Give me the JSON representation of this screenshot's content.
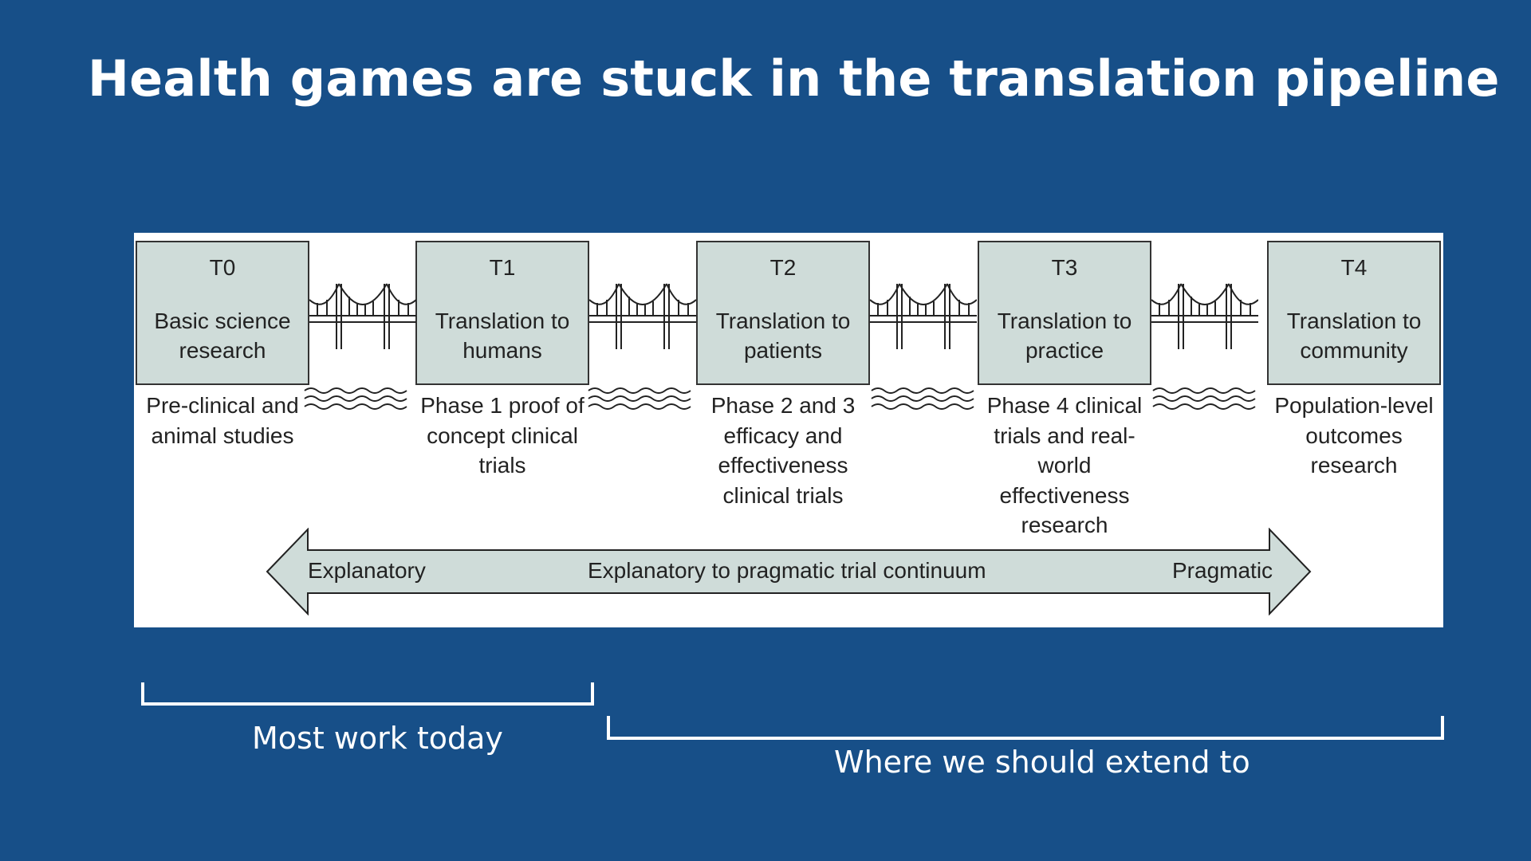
{
  "slide": {
    "title": "Health games are stuck in the translation pipeline"
  },
  "stages": [
    {
      "code": "T0",
      "name": "Basic science research",
      "description": "Pre-clinical and animal studies"
    },
    {
      "code": "T1",
      "name": "Translation to humans",
      "description": "Phase 1 proof of concept clinical trials"
    },
    {
      "code": "T2",
      "name": "Translation to patients",
      "description": "Phase 2 and 3 efficacy and effectiveness clinical trials"
    },
    {
      "code": "T3",
      "name": "Translation to practice",
      "description": "Phase 4 clinical trials and real-world effectiveness research"
    },
    {
      "code": "T4",
      "name": "Translation to community",
      "description": "Population-level outcomes research"
    }
  ],
  "continuum": {
    "left_label": "Explanatory",
    "center_label": "Explanatory to pragmatic trial continuum",
    "right_label": "Pragmatic"
  },
  "brackets": {
    "current": "Most work today",
    "future": "Where we should extend to"
  },
  "colors": {
    "background": "#174f88",
    "box_fill": "#cfdcd9",
    "panel": "#ffffff",
    "text_light": "#ffffff",
    "text_dark": "#222222"
  },
  "icons": {
    "bridge": "suspension-bridge-icon",
    "water": "water-waves-icon",
    "arrow": "double-headed-arrow"
  }
}
